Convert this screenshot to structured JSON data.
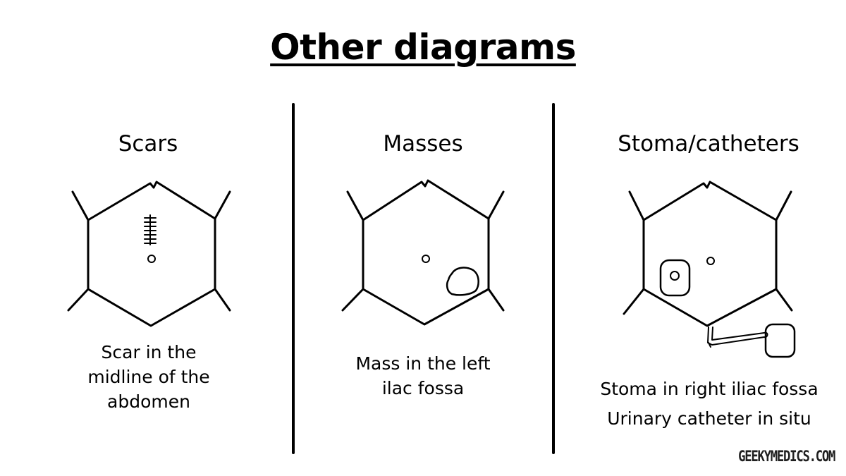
{
  "title": "Other diagrams",
  "panels": [
    {
      "heading": "Scars",
      "caption_lines": [
        "Scar in the",
        "midline of the",
        "abdomen"
      ]
    },
    {
      "heading": "Masses",
      "caption_lines": [
        "Mass in the left",
        "ilac fossa"
      ]
    },
    {
      "heading": "Stoma/catheters",
      "caption_lines": [
        "Stoma in right iliac fossa",
        "Urinary catheter in situ"
      ]
    }
  ],
  "watermark": "GEEKYMEDICS.COM",
  "colors": {
    "ink": "#000000",
    "background": "#ffffff"
  }
}
